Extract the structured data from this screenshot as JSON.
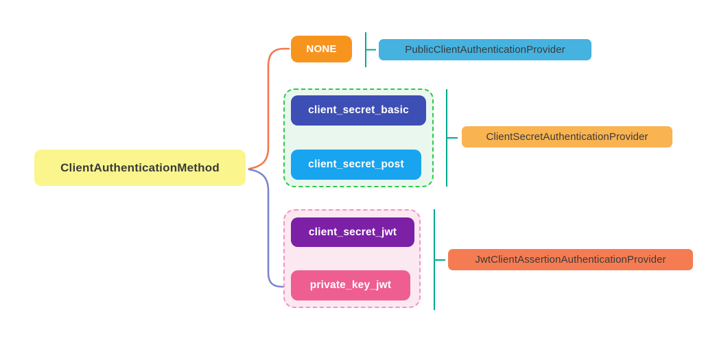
{
  "palette": {
    "teal_line": "#00A98C",
    "curve_orange": "#F4764E",
    "curve_purple": "#7B84CC",
    "text_dark": "#3A3A3A",
    "text_light": "#FFFFFF"
  },
  "root": {
    "label": "ClientAuthenticationMethod",
    "bg": "#FAF58C",
    "text": "#3A3A3A"
  },
  "branches": [
    {
      "name": "none",
      "methods": [
        {
          "label": "NONE",
          "bg": "#F7941E",
          "text": "#FFFFFF"
        }
      ],
      "provider": {
        "label": "PublicClientAuthenticationProvider",
        "bg": "#45B2E0",
        "text": "#3A3A3A"
      }
    },
    {
      "name": "client_secret",
      "group": {
        "bg": "#E9F7EF",
        "border": "#2BCB44"
      },
      "methods": [
        {
          "label": "client_secret_basic",
          "bg": "#3D4EB5",
          "text": "#FFFFFF"
        },
        {
          "label": "client_secret_post",
          "bg": "#18A4EE",
          "text": "#FFFFFF"
        }
      ],
      "provider": {
        "label": "ClientSecretAuthenticationProvider",
        "bg": "#F9B350",
        "text": "#3A3A3A"
      }
    },
    {
      "name": "jwt_assertion",
      "group": {
        "bg": "#FBE8F1",
        "border": "#F492C2"
      },
      "methods": [
        {
          "label": "client_secret_jwt",
          "bg": "#7C20A6",
          "text": "#FFFFFF"
        },
        {
          "label": "private_key_jwt",
          "bg": "#EE5E90",
          "text": "#FFFFFF"
        }
      ],
      "provider": {
        "label": "JwtClientAssertionAuthenticationProvider",
        "bg": "#F57C52",
        "text": "#3A3A3A"
      }
    }
  ]
}
